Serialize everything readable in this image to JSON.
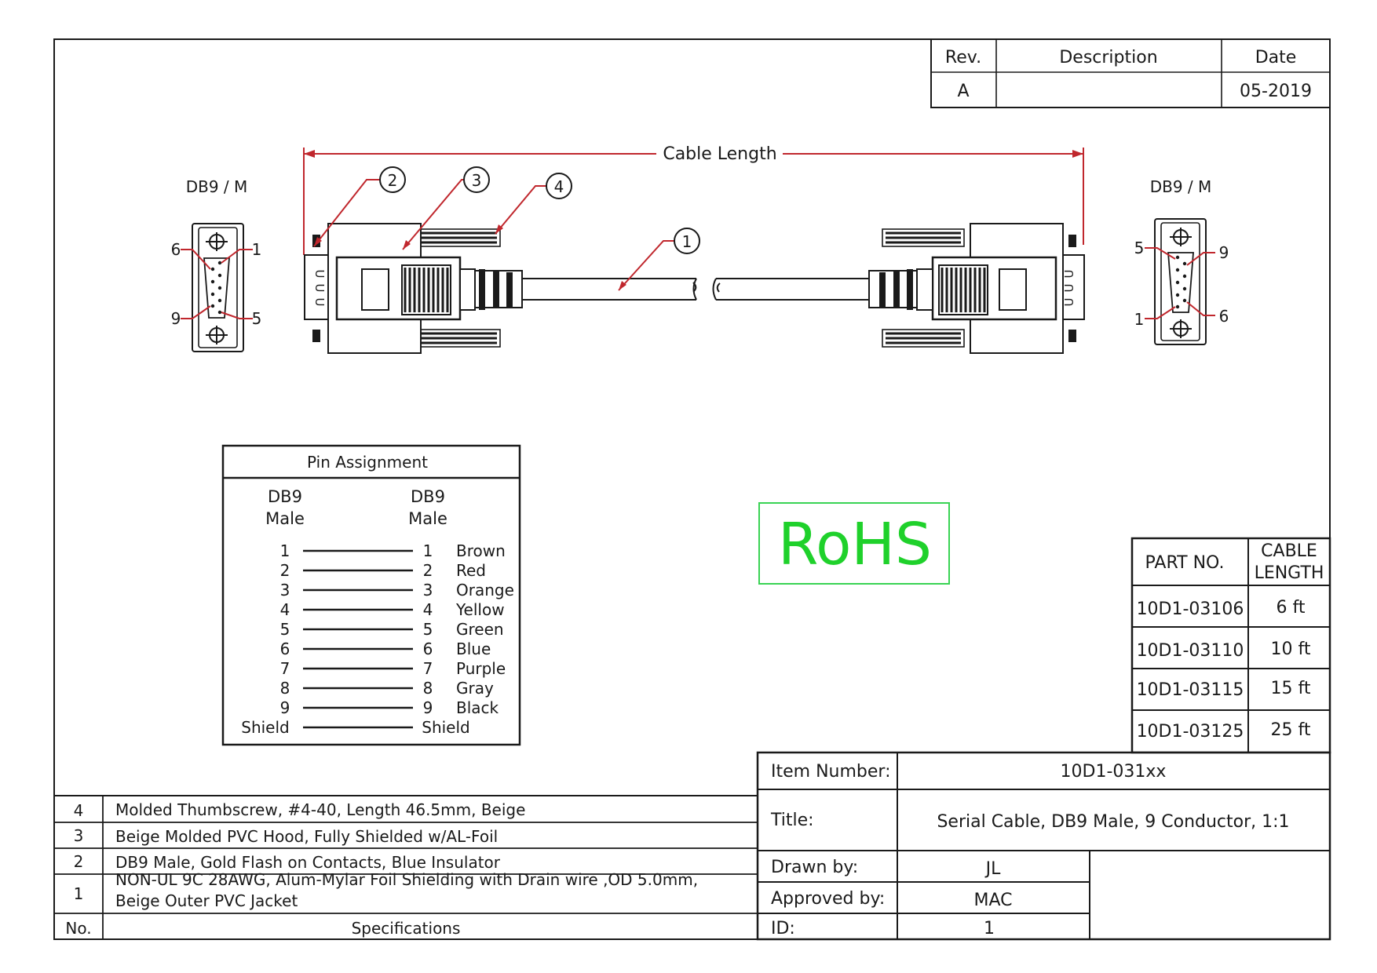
{
  "revision_table": {
    "headers": [
      "Rev.",
      "Description",
      "Date"
    ],
    "row": {
      "rev": "A",
      "description": "",
      "date": "05-2019"
    }
  },
  "drawing": {
    "left_connector_label": "DB9 / M",
    "right_connector_label": "DB9 / M",
    "dimension_label": "Cable Length",
    "left_face_pins": {
      "top_left": "6",
      "top_right": "1",
      "bottom_left": "9",
      "bottom_right": "5"
    },
    "right_face_pins": {
      "top_left": "5",
      "top_right": "9",
      "bottom_left": "1",
      "bottom_right": "6"
    },
    "callouts": [
      "1",
      "2",
      "3",
      "4"
    ]
  },
  "pin_assignment": {
    "title": "Pin Assignment",
    "left_header": [
      "DB9",
      "Male"
    ],
    "right_header": [
      "DB9",
      "Male"
    ],
    "rows": [
      {
        "left": "1",
        "right": "1",
        "color": "Brown"
      },
      {
        "left": "2",
        "right": "2",
        "color": "Red"
      },
      {
        "left": "3",
        "right": "3",
        "color": "Orange"
      },
      {
        "left": "4",
        "right": "4",
        "color": "Yellow"
      },
      {
        "left": "5",
        "right": "5",
        "color": "Green"
      },
      {
        "left": "6",
        "right": "6",
        "color": "Blue"
      },
      {
        "left": "7",
        "right": "7",
        "color": "Purple"
      },
      {
        "left": "8",
        "right": "8",
        "color": "Gray"
      },
      {
        "left": "9",
        "right": "9",
        "color": "Black"
      },
      {
        "left": "Shield",
        "right": "Shield",
        "color": ""
      }
    ]
  },
  "rohs": {
    "label": "RoHS",
    "color": "#1fd12b"
  },
  "part_table": {
    "headers": {
      "part_no": "PART NO.",
      "cable_length_line1": "CABLE",
      "cable_length_line2": "LENGTH"
    },
    "rows": [
      {
        "part": "10D1-03106",
        "length": "6 ft"
      },
      {
        "part": "10D1-03110",
        "length": "10 ft"
      },
      {
        "part": "10D1-03115",
        "length": "15 ft"
      },
      {
        "part": "10D1-03125",
        "length": "25 ft"
      }
    ]
  },
  "bom": {
    "rows": [
      {
        "no": "4",
        "spec": [
          "Molded Thumbscrew, #4-40, Length 46.5mm, Beige"
        ]
      },
      {
        "no": "3",
        "spec": [
          "Beige Molded PVC Hood, Fully Shielded w/AL-Foil"
        ]
      },
      {
        "no": "2",
        "spec": [
          "DB9 Male, Gold Flash on Contacts, Blue Insulator"
        ]
      },
      {
        "no": "1",
        "spec": [
          "NON-UL 9C 28AWG, Alum-Mylar Foil Shielding with Drain wire ,OD 5.0mm,",
          "Beige Outer PVC Jacket"
        ]
      }
    ],
    "footer": {
      "no": "No.",
      "spec": "Specifications"
    }
  },
  "title_block": {
    "item_number_label": "Item Number:",
    "item_number": "10D1-031xx",
    "title_label": "Title:",
    "title": "Serial Cable, DB9 Male, 9 Conductor, 1:1",
    "drawn_by_label": "Drawn by:",
    "drawn_by": "JL",
    "approved_by_label": "Approved by:",
    "approved_by": "MAC",
    "id_label": "ID:",
    "id": "1"
  }
}
